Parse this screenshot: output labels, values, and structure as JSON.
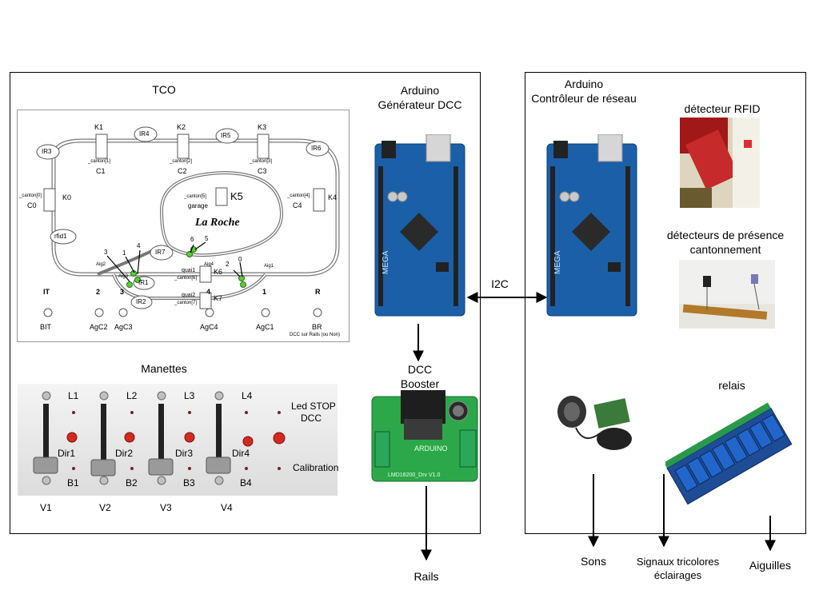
{
  "sections": {
    "tco_title": "TCO",
    "manettes_title": "Manettes",
    "arduino_dcc_line1": "Arduino",
    "arduino_dcc_line2": "Générateur DCC",
    "arduino_net_line1": "Arduino",
    "arduino_net_line2": "Contrôleur de réseau",
    "rfid_title": "détecteur RFID",
    "presence_line1": "détecteurs de présence",
    "presence_line2": "cantonnement",
    "booster_line1": "DCC",
    "booster_line2": "Booster",
    "relais_title": "relais",
    "i2c_label": "I2C"
  },
  "outputs": {
    "rails": "Rails",
    "sons": "Sons",
    "signaux_line1": "Signaux tricolores",
    "signaux_line2": "éclairages",
    "aiguilles": "Aiguilles"
  },
  "tco": {
    "cantons": [
      {
        "k": "K1",
        "c": "_canton[1]",
        "n": "C1"
      },
      {
        "k": "K2",
        "c": "_canton[2]",
        "n": "C2"
      },
      {
        "k": "K3",
        "c": "_canton[3]",
        "n": "C3"
      },
      {
        "k": "K0",
        "c": "_canton[0]",
        "n": "C0"
      },
      {
        "k": "K4",
        "c": "_canton[4]",
        "n": "C4"
      }
    ],
    "k5": "K5",
    "k5_canton": "_canton[5]",
    "garage": "garage",
    "la_roche": "La Roche",
    "ir_labels": [
      "IR4",
      "IR5",
      "IR3",
      "IR6",
      "IR7",
      "IR1",
      "IR2"
    ],
    "rfid": "rfid1",
    "quai1": "quai1",
    "quai2": "quai2",
    "k6": "K6",
    "k7": "K7",
    "canton6": "_canton[6]",
    "canton7": "_canton[7]",
    "aig_labels": [
      "Aig2",
      "Aig3",
      "Aig4",
      "Aig1"
    ],
    "numbers": [
      "3",
      "1",
      "4",
      "6",
      "5",
      "2",
      "0"
    ],
    "bottom_row": [
      "IT",
      "2",
      "3",
      "4",
      "1",
      "R"
    ],
    "buttons": [
      "BIT",
      "AgC2",
      "AgC3",
      "AgC4",
      "AgC1",
      "BR"
    ],
    "footnote": "DCC sur Rails (ou Non)"
  },
  "manettes": {
    "leds_top": [
      "L1",
      "L2",
      "L3",
      "L4"
    ],
    "dirs": [
      "Dir1",
      "Dir2",
      "Dir3",
      "Dir4"
    ],
    "leds_bottom": [
      "B1",
      "B2",
      "B3",
      "B4"
    ],
    "v_labels": [
      "V1",
      "V2",
      "V3",
      "V4"
    ],
    "led_stop_line1": "Led STOP",
    "led_stop_line2": "DCC",
    "calibration": "Calibration"
  },
  "board": {
    "mega": "MEGA",
    "booster_brand": "ARDUINO",
    "booster_model": "LMD18200_Drv V1.0"
  }
}
